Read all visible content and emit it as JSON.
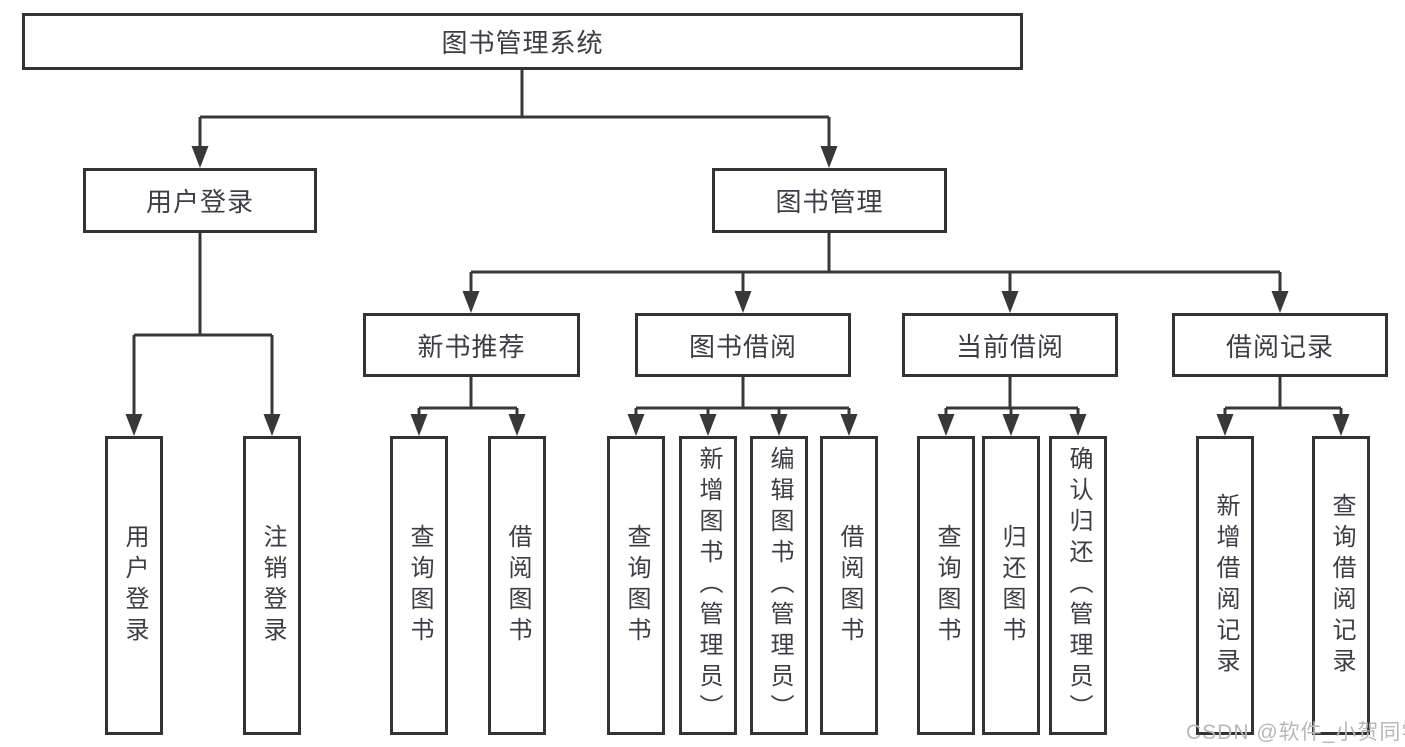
{
  "diagram": {
    "title_node": {
      "label": "图书管理系统"
    },
    "level2": [
      {
        "label": "用户登录"
      },
      {
        "label": "图书管理"
      }
    ],
    "level3": [
      {
        "label": "新书推荐",
        "parent": "图书管理"
      },
      {
        "label": "图书借阅",
        "parent": "图书管理"
      },
      {
        "label": "当前借阅",
        "parent": "图书管理"
      },
      {
        "label": "借阅记录",
        "parent": "图书管理"
      }
    ],
    "leaves": [
      {
        "label": "用户登录",
        "parent": "用户登录"
      },
      {
        "label": "注销登录",
        "parent": "用户登录"
      },
      {
        "label": "查询图书",
        "parent": "新书推荐"
      },
      {
        "label": "借阅图书",
        "parent": "新书推荐"
      },
      {
        "label": "查询图书",
        "parent": "图书借阅"
      },
      {
        "label": "新增图书（管理员）",
        "parent": "图书借阅"
      },
      {
        "label": "编辑图书（管理员）",
        "parent": "图书借阅"
      },
      {
        "label": "借阅图书",
        "parent": "图书借阅"
      },
      {
        "label": "查询图书",
        "parent": "当前借阅"
      },
      {
        "label": "归还图书",
        "parent": "当前借阅"
      },
      {
        "label": "确认归还（管理员）",
        "parent": "当前借阅"
      },
      {
        "label": "新增借阅记录",
        "parent": "借阅记录"
      },
      {
        "label": "查询借阅记录",
        "parent": "借阅记录"
      }
    ]
  },
  "watermark": {
    "text": "CSDN @软件_小贺同学"
  },
  "colors": {
    "line": "#383838",
    "box_border": "#333333",
    "text": "#3d3d45",
    "background": "#ffffff",
    "watermark": "#b8b8b8"
  }
}
